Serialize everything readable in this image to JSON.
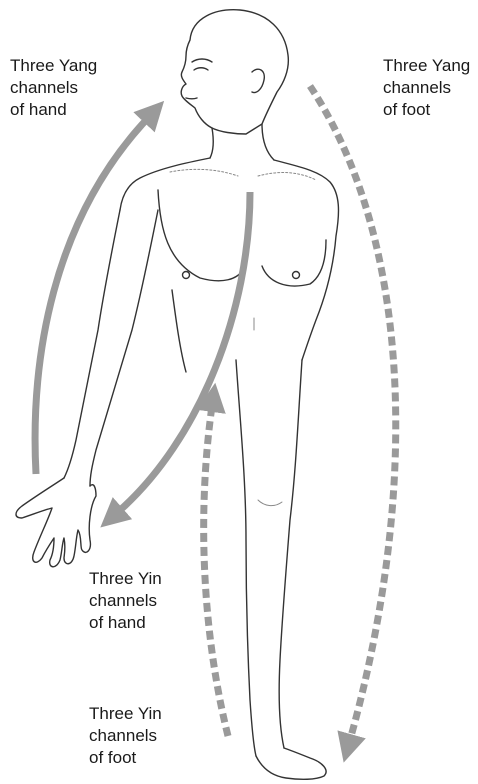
{
  "labels": {
    "yang_hand": [
      "Three Yang",
      "channels",
      "of hand"
    ],
    "yang_foot": [
      "Three Yang",
      "channels",
      "of foot"
    ],
    "yin_hand": [
      "Three Yin",
      "channels",
      "of hand"
    ],
    "yin_foot": [
      "Three Yin",
      "channels",
      "of foot"
    ]
  },
  "colors": {
    "arrow": "#9a9a9a",
    "outline": "#333333",
    "detail": "#888888",
    "text": "#1a1a1a"
  }
}
